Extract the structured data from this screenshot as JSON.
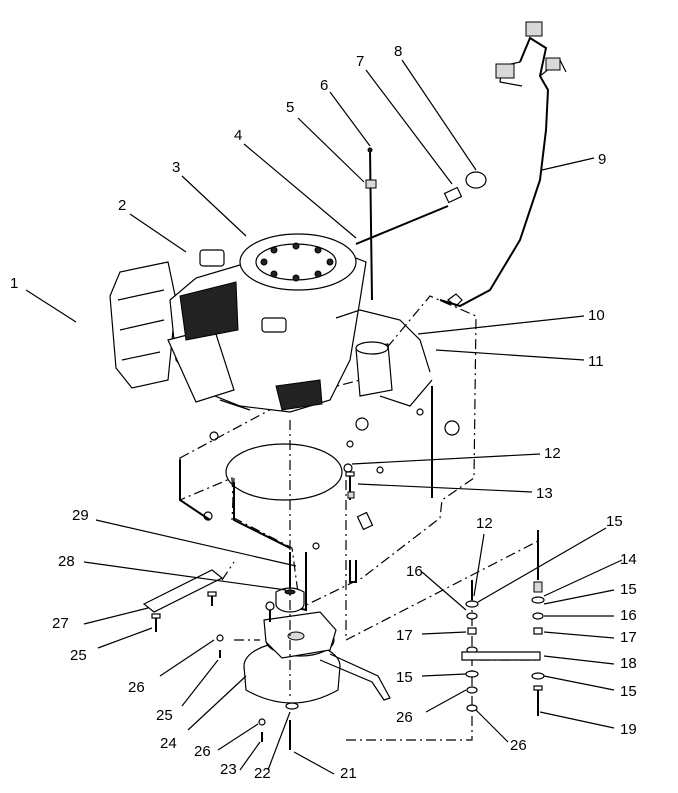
{
  "callouts": [
    {
      "n": "1"
    },
    {
      "n": "2"
    },
    {
      "n": "3"
    },
    {
      "n": "4"
    },
    {
      "n": "5"
    },
    {
      "n": "6"
    },
    {
      "n": "7"
    },
    {
      "n": "8"
    },
    {
      "n": "9"
    },
    {
      "n": "10"
    },
    {
      "n": "11"
    },
    {
      "n": "12"
    },
    {
      "n": "13"
    },
    {
      "n": "12"
    },
    {
      "n": "15"
    },
    {
      "n": "16"
    },
    {
      "n": "14"
    },
    {
      "n": "15"
    },
    {
      "n": "16"
    },
    {
      "n": "29"
    },
    {
      "n": "28"
    },
    {
      "n": "17"
    },
    {
      "n": "17"
    },
    {
      "n": "27"
    },
    {
      "n": "18"
    },
    {
      "n": "25"
    },
    {
      "n": "15"
    },
    {
      "n": "15"
    },
    {
      "n": "26"
    },
    {
      "n": "25"
    },
    {
      "n": "26"
    },
    {
      "n": "26"
    },
    {
      "n": "19"
    },
    {
      "n": "24"
    },
    {
      "n": "26"
    },
    {
      "n": "23"
    },
    {
      "n": "22"
    },
    {
      "n": "21"
    }
  ]
}
